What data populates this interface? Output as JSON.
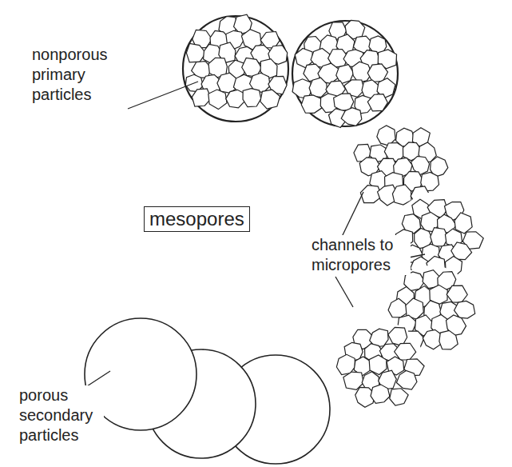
{
  "diagram": {
    "nodes": [
      {
        "text": [
          "mesopores"
        ]
      }
    ],
    "labels": [
      "nonporous primary particles",
      "channels to micropores",
      "porous secondary particles"
    ]
  }
}
